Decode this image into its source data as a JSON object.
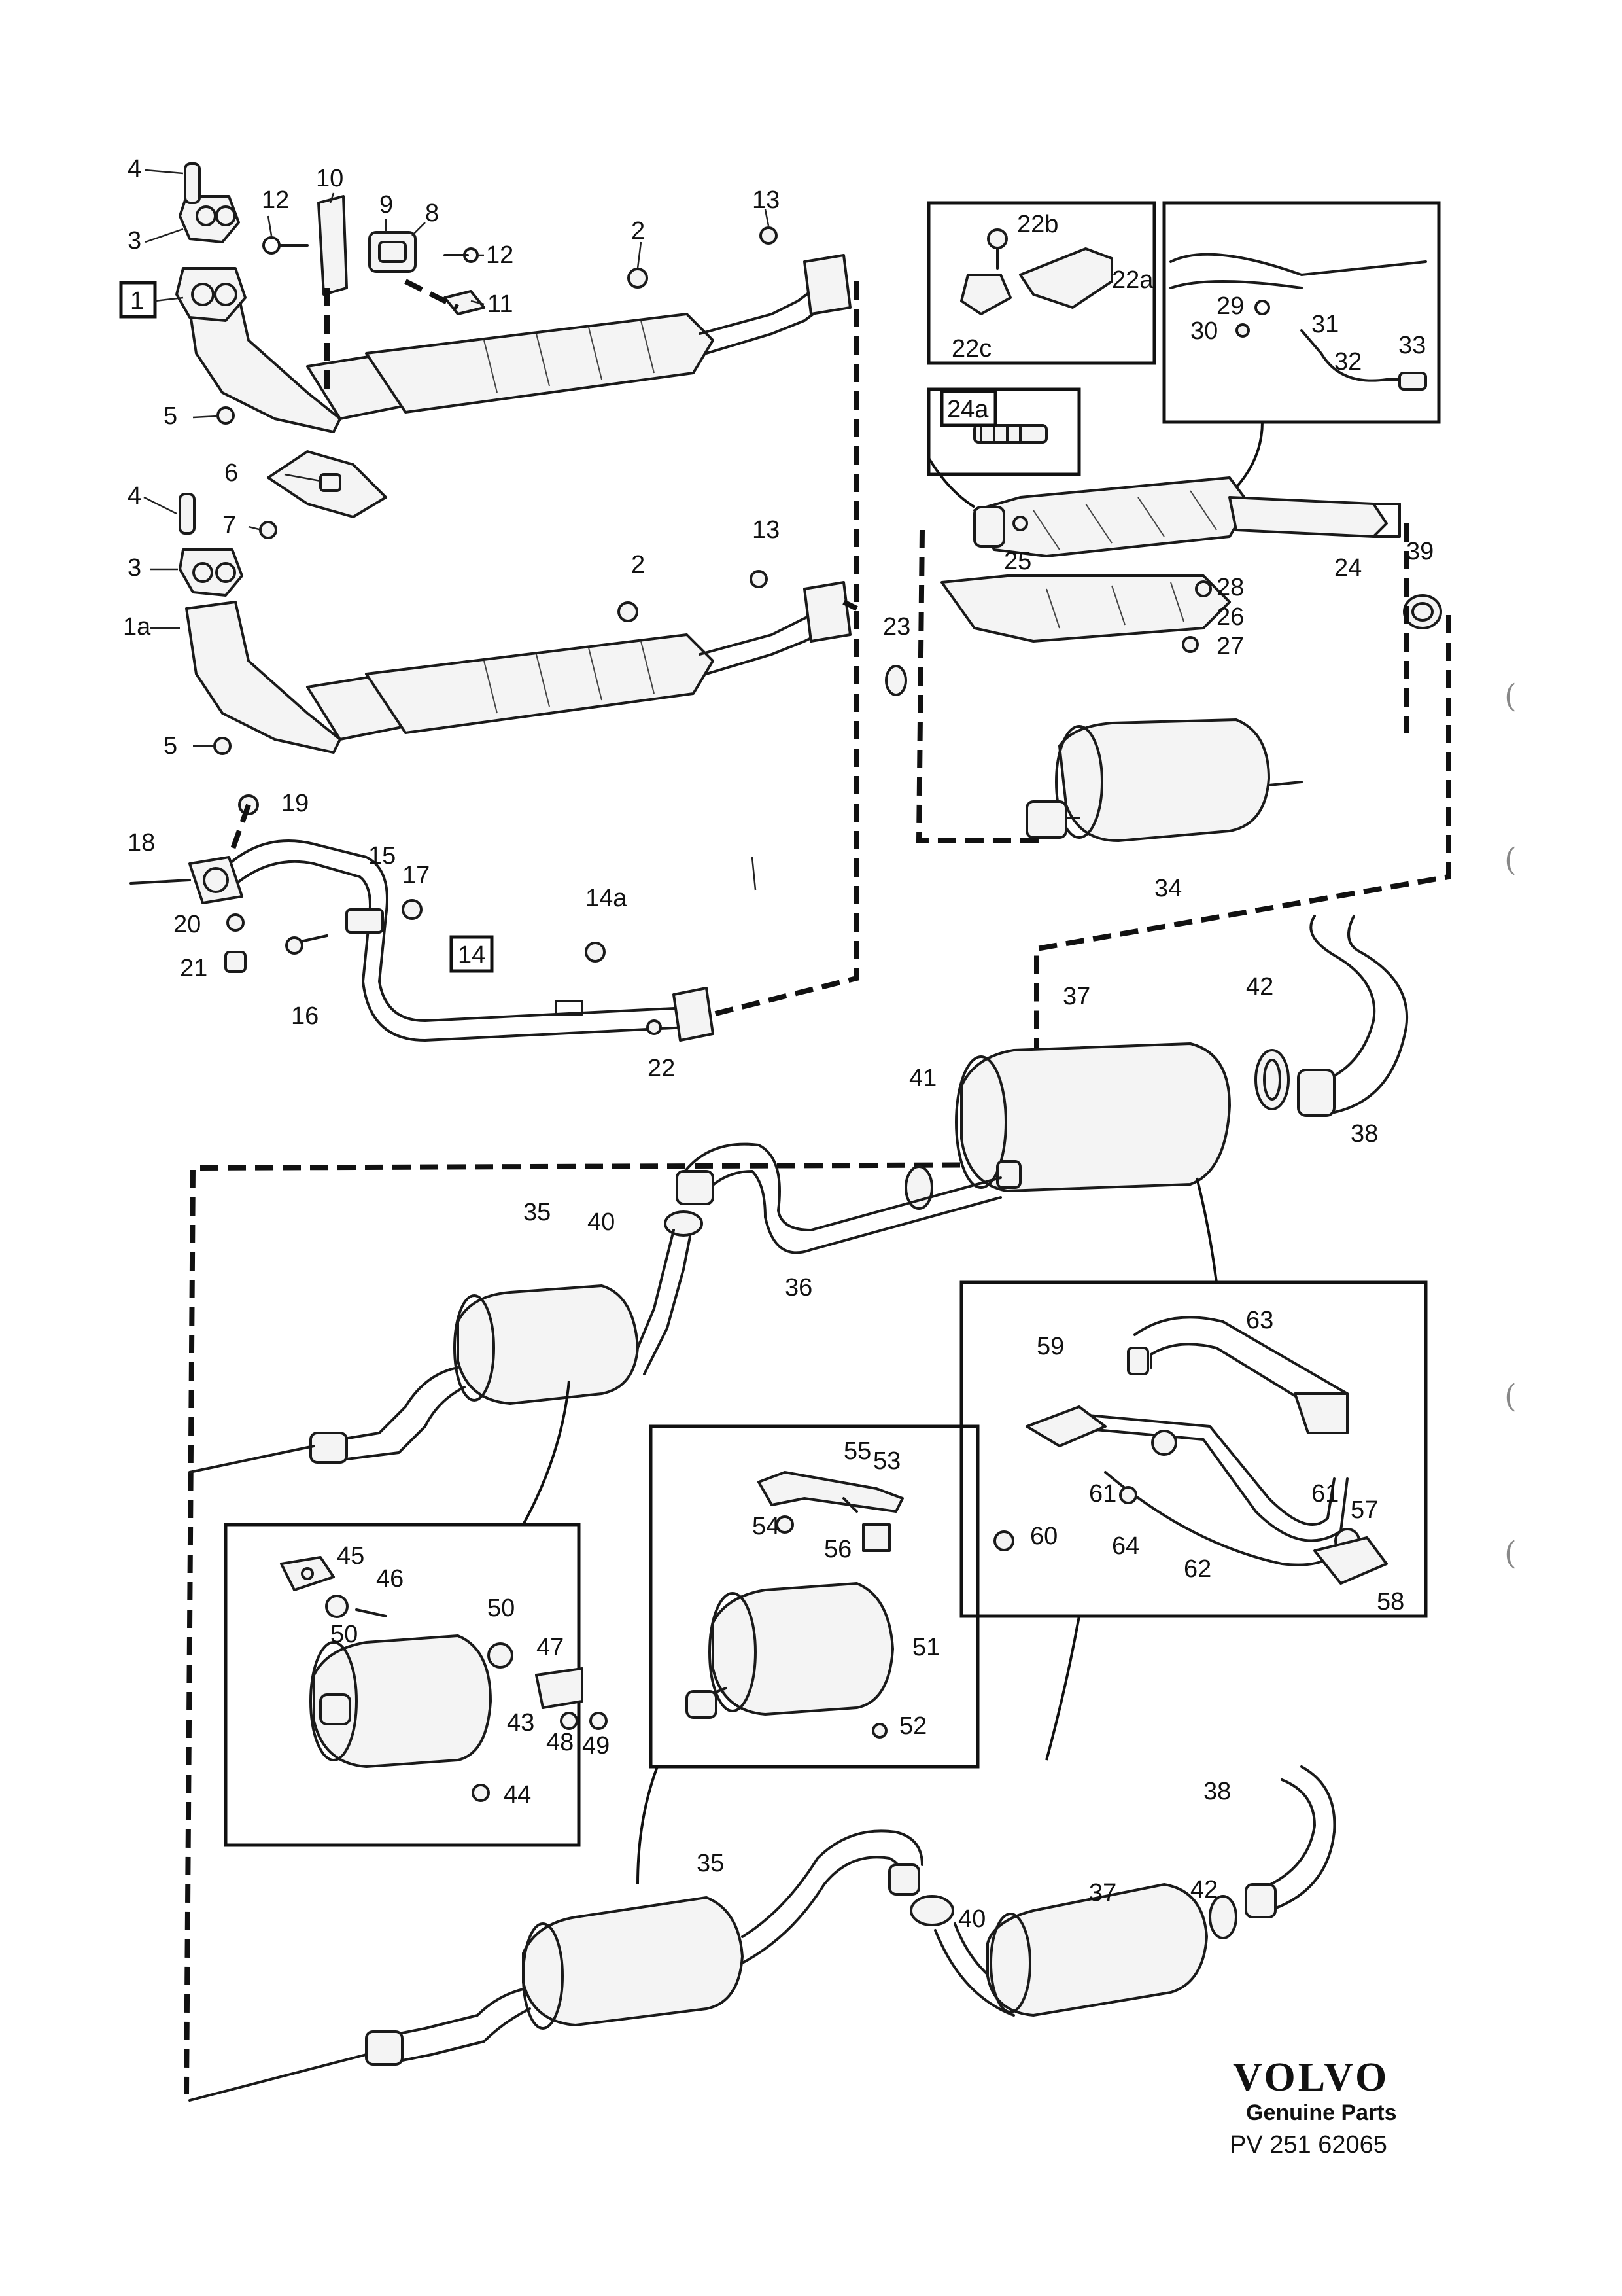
{
  "labels": {
    "l1": "1",
    "l1a": "1a",
    "l2a": "2",
    "l2b": "2",
    "l3a": "3",
    "l3b": "3",
    "l4a": "4",
    "l4b": "4",
    "l5a": "5",
    "l5b": "5",
    "l6": "6",
    "l7": "7",
    "l8": "8",
    "l9": "9",
    "l10": "10",
    "l11": "11",
    "l12a": "12",
    "l12b": "12",
    "l13a": "13",
    "l13b": "13",
    "l14": "14",
    "l14a": "14a",
    "l15": "15",
    "l16": "16",
    "l17": "17",
    "l18": "18",
    "l19": "19",
    "l20": "20",
    "l21": "21",
    "l22": "22",
    "l22a": "22a",
    "l22b": "22b",
    "l22c": "22c",
    "l23": "23",
    "l24": "24",
    "l24a": "24a",
    "l25": "25",
    "l26": "26",
    "l27": "27",
    "l28": "28",
    "l29": "29",
    "l30": "30",
    "l31": "31",
    "l32": "32",
    "l33": "33",
    "l34": "34",
    "l35a": "35",
    "l35b": "35",
    "l36": "36",
    "l37a": "37",
    "l37b": "37",
    "l38a": "38",
    "l38b": "38",
    "l39": "39",
    "l40a": "40",
    "l40b": "40",
    "l41": "41",
    "l42a": "42",
    "l42b": "42",
    "l43": "43",
    "l44": "44",
    "l45": "45",
    "l46": "46",
    "l47": "47",
    "l48": "48",
    "l49": "49",
    "l50a": "50",
    "l50b": "50",
    "l51": "51",
    "l52": "52",
    "l53": "53",
    "l54": "54",
    "l55": "55",
    "l56": "56",
    "l57": "57",
    "l58": "58",
    "l59": "59",
    "l60": "60",
    "l61a": "61",
    "l61b": "61",
    "l62": "62",
    "l63": "63",
    "l64": "64"
  },
  "brand": {
    "logo": "VOLVO",
    "subtitle": "Genuine Parts",
    "code": "PV 251 62065"
  },
  "margin_marks": [
    "(",
    "(",
    "(",
    "("
  ]
}
